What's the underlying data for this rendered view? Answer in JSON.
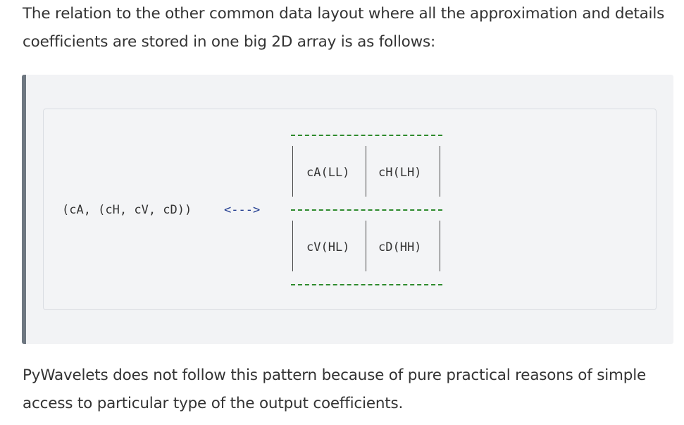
{
  "intro_text": "The relation to the other common data layout where all the approximation and details coefficients are stored in one big 2D array is as follows:",
  "code": {
    "tuple_text": "(cA, (cH, cV, cD))",
    "arrow_text": "<--->",
    "cells": {
      "top_left": "cA(LL)",
      "top_right": "cH(LH)",
      "bottom_left": "cV(HL)",
      "bottom_right": "cD(HH)"
    },
    "colors": {
      "dashed_border": "#2e8b2e",
      "arrow": "#1f3a8f",
      "admonition_bar": "#6e7781"
    }
  },
  "outro_text": "PyWavelets does not follow this pattern because of pure practical reasons of simple access to particular type of the output coefficients."
}
